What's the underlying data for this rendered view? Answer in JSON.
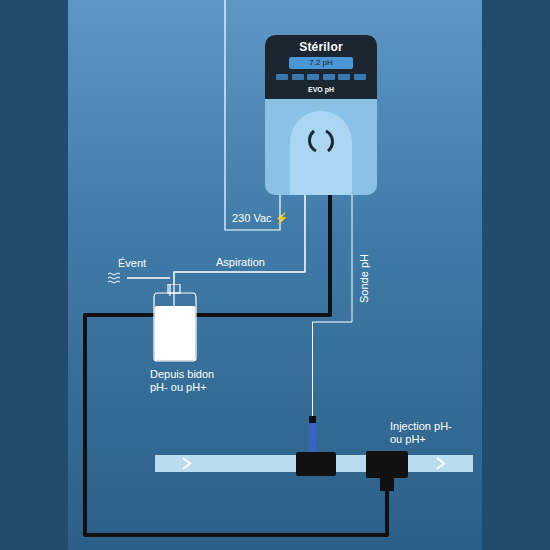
{
  "diagram": {
    "nodes": [
      {
        "text": [
          "Stérilor",
          "7.2 pH",
          "EVO pH"
        ]
      },
      {
        "text": [
          "Depuis bidon pH- ou pH+"
        ]
      },
      {
        "text": []
      },
      {
        "text": [
          "Injection pH- ou pH+"
        ]
      }
    ],
    "edges": [
      {
        "from": 0,
        "to": 1,
        "label": "Aspiration",
        "arrow": "none"
      },
      {
        "from": 0,
        "to": 3,
        "arrow": "none"
      },
      {
        "from": 0,
        "to": 2,
        "label": "Sonde pH",
        "arrow": "none"
      }
    ],
    "labels": [
      "Évent",
      "230 Vac ⚡"
    ]
  }
}
